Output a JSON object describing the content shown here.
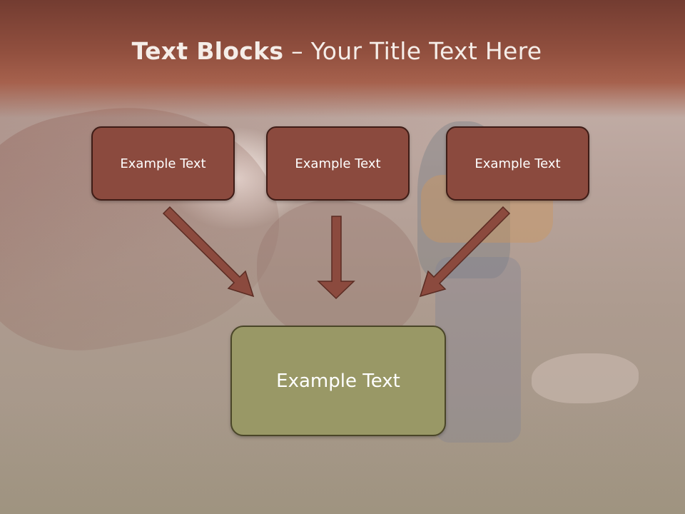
{
  "slide": {
    "title_bold": "Text Blocks",
    "title_rest": " – Your Title Text Here"
  },
  "blocks": [
    {
      "label": "Example Text"
    },
    {
      "label": "Example Text"
    },
    {
      "label": "Example Text"
    }
  ],
  "result_block": {
    "label": "Example Text"
  },
  "colors": {
    "header": "#92503f",
    "block_fill": "#8b4a3e",
    "block_border": "#3e1c16",
    "result_fill": "#999866",
    "arrow_fill": "#8b4a3e"
  },
  "icons": [
    "arrow-down-right-icon",
    "arrow-down-icon",
    "arrow-down-left-icon"
  ]
}
